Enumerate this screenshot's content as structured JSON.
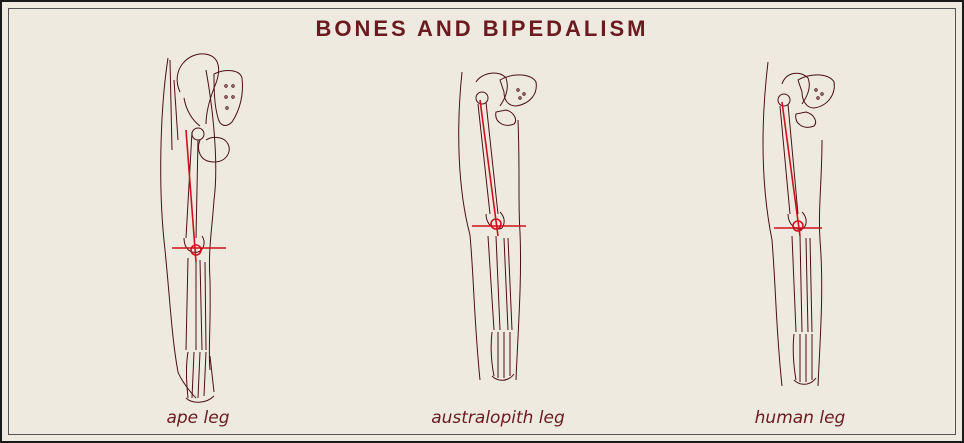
{
  "title": "BONES AND BIPEDALISM",
  "captions": {
    "ape": "ape leg",
    "australopith": "australopith leg",
    "human": "human leg"
  },
  "colors": {
    "background": "#eeeadf",
    "bone_lines": "#4a1014",
    "axis_lines": "#d0101e",
    "text": "#6b1a1f"
  }
}
